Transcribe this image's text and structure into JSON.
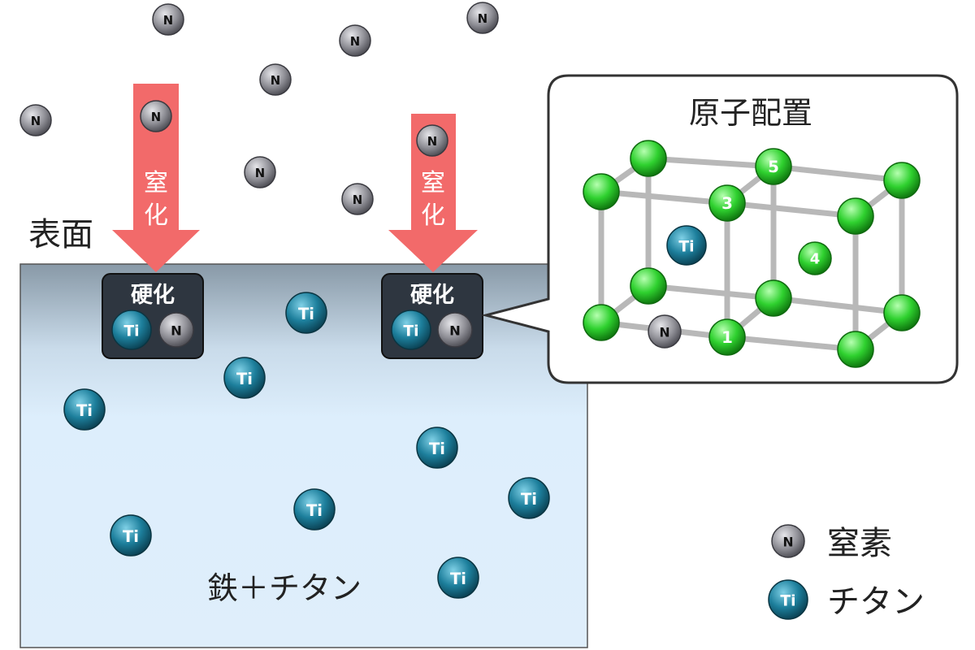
{
  "labels": {
    "surface": "表面",
    "nitriding_1": "窒",
    "nitriding_2": "化",
    "hardening": "硬化",
    "inset_title": "原子配置",
    "substrate": "鉄＋チタン"
  },
  "atoms": {
    "n_symbol": "N",
    "ti_symbol": "Ti"
  },
  "lattice_numbers": [
    "1",
    "3",
    "4",
    "5"
  ],
  "legend": {
    "nitrogen": "窒素",
    "titanium": "チタン"
  },
  "colors": {
    "arrow": "#f26a6a",
    "nitrogen_atom": "#8a8a90",
    "titanium_atom": "#1f7f9a",
    "lattice_atom": "#2fd12f",
    "substrate_top": "#8a9aa8",
    "substrate_bottom": "#dfeefb",
    "hardened_box": "#2e3640"
  }
}
